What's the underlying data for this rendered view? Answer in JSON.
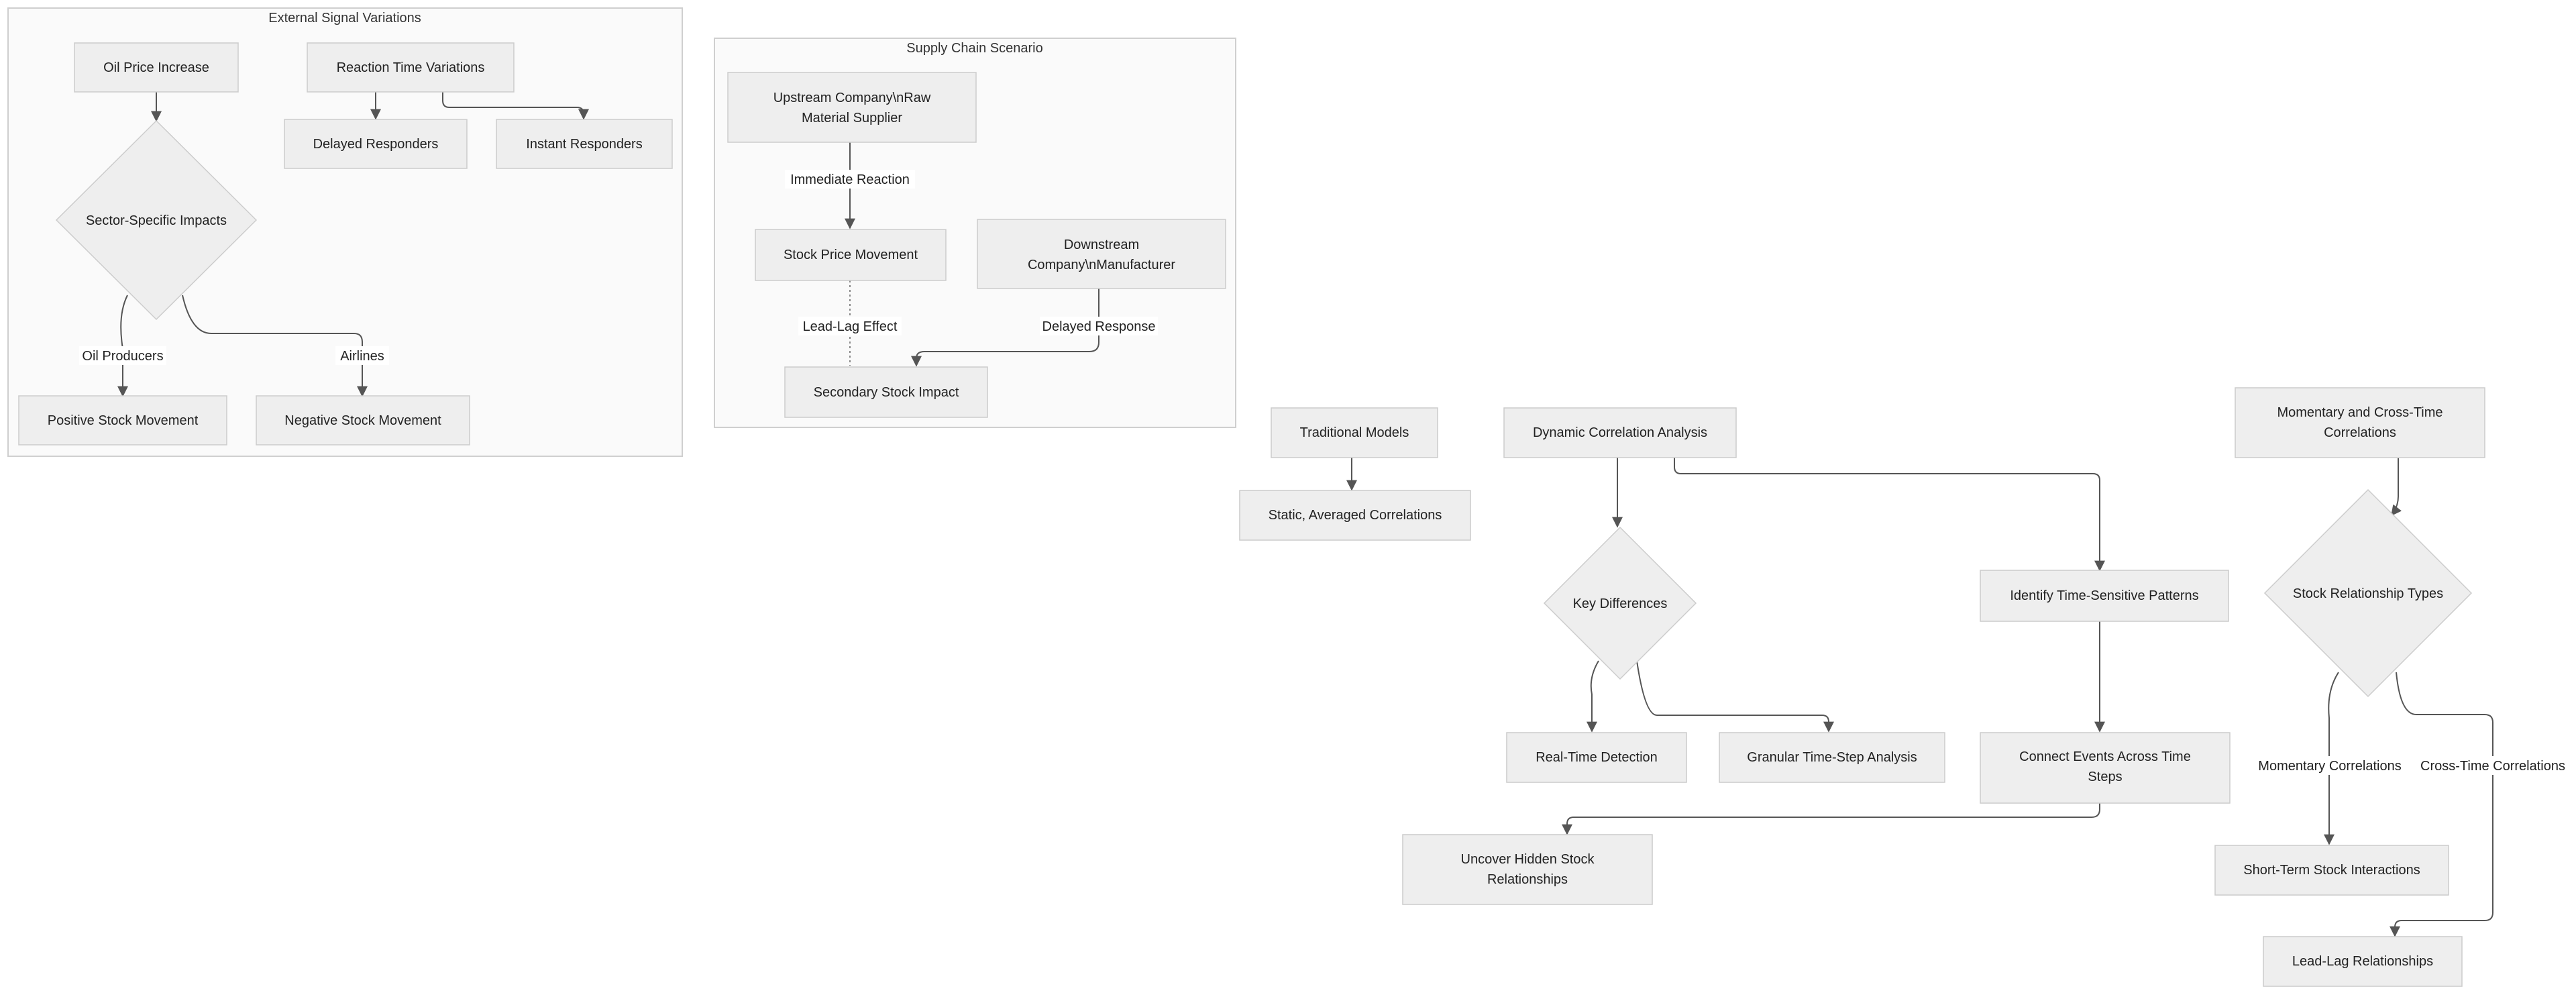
{
  "clusters": {
    "external": {
      "title": "External Signal Variations"
    },
    "supply": {
      "title": "Supply Chain Scenario"
    }
  },
  "nodes": {
    "oil_price": "Oil Price Increase",
    "reaction_time": "Reaction Time Variations",
    "delayed_responders": "Delayed Responders",
    "instant_responders": "Instant Responders",
    "sector_impacts": "Sector-Specific Impacts",
    "positive_stock": "Positive Stock Movement",
    "negative_stock": "Negative Stock Movement",
    "upstream": [
      "Upstream Company\\nRaw",
      "Material Supplier"
    ],
    "stock_price": "Stock Price Movement",
    "downstream": [
      "Downstream",
      "Company\\nManufacturer"
    ],
    "secondary": "Secondary Stock Impact",
    "traditional": "Traditional Models",
    "static_corr": "Static, Averaged Correlations",
    "dynamic": "Dynamic Correlation Analysis",
    "key_diff": "Key Differences",
    "realtime": "Real-Time Detection",
    "granular": "Granular Time-Step Analysis",
    "time_sensitive": "Identify Time-Sensitive Patterns",
    "connect_events": [
      "Connect Events Across Time",
      "Steps"
    ],
    "hidden_rel": [
      "Uncover Hidden Stock",
      "Relationships"
    ],
    "momentary": [
      "Momentary and Cross-Time",
      "Correlations"
    ],
    "stock_types": "Stock Relationship Types",
    "short_term": "Short-Term Stock Interactions",
    "lead_lag_rel": "Lead-Lag Relationships"
  },
  "edge_labels": {
    "oil_producers": "Oil Producers",
    "airlines": "Airlines",
    "immediate": "Immediate Reaction",
    "lead_lag": "Lead-Lag Effect",
    "delayed": "Delayed Response",
    "momentary_corr": "Momentary Correlations",
    "cross_time_corr": "Cross-Time Correlations"
  }
}
